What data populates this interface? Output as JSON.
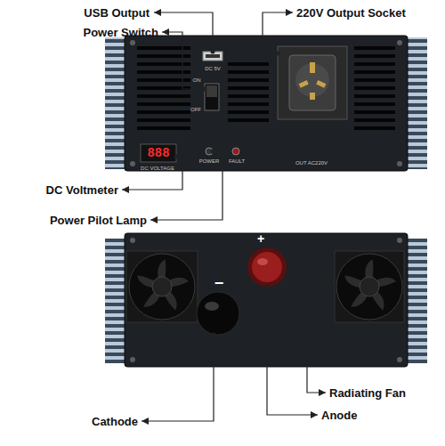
{
  "diagram": {
    "labels": [
      "USB Output",
      "220V Output Socket",
      "Power Switch",
      "DC 5V",
      "ON",
      "OFF",
      "888",
      "DC VOLTAGE",
      "POWER",
      "FAULT",
      "OUT AC220V",
      "DC Voltmeter",
      "Power Pilot Lamp",
      "+",
      "−",
      "Radiating Fan",
      "Anode",
      "Cathode"
    ]
  }
}
